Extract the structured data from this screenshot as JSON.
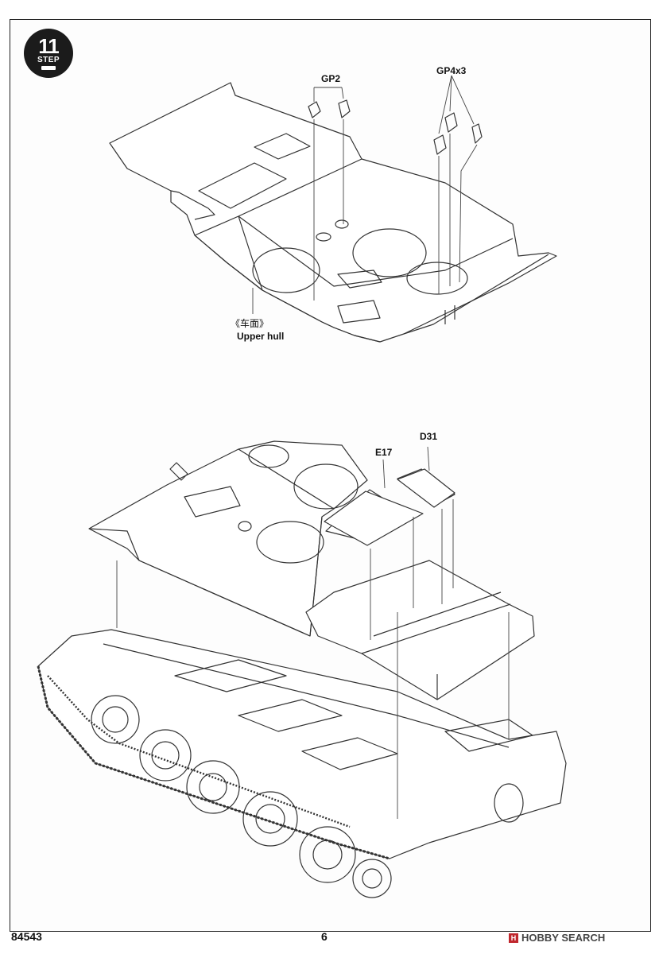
{
  "step": {
    "number": "11",
    "word": "STEP"
  },
  "labels": {
    "gp2": "GP2",
    "gp4x3": "GP4x3",
    "upper_hull_cn": "《车面》",
    "upper_hull_en": "Upper hull",
    "e17": "E17",
    "d31": "D31"
  },
  "footer": {
    "code": "84543",
    "page": "6",
    "watermark": "HOBBY SEARCH",
    "watermark_mark": "H"
  }
}
